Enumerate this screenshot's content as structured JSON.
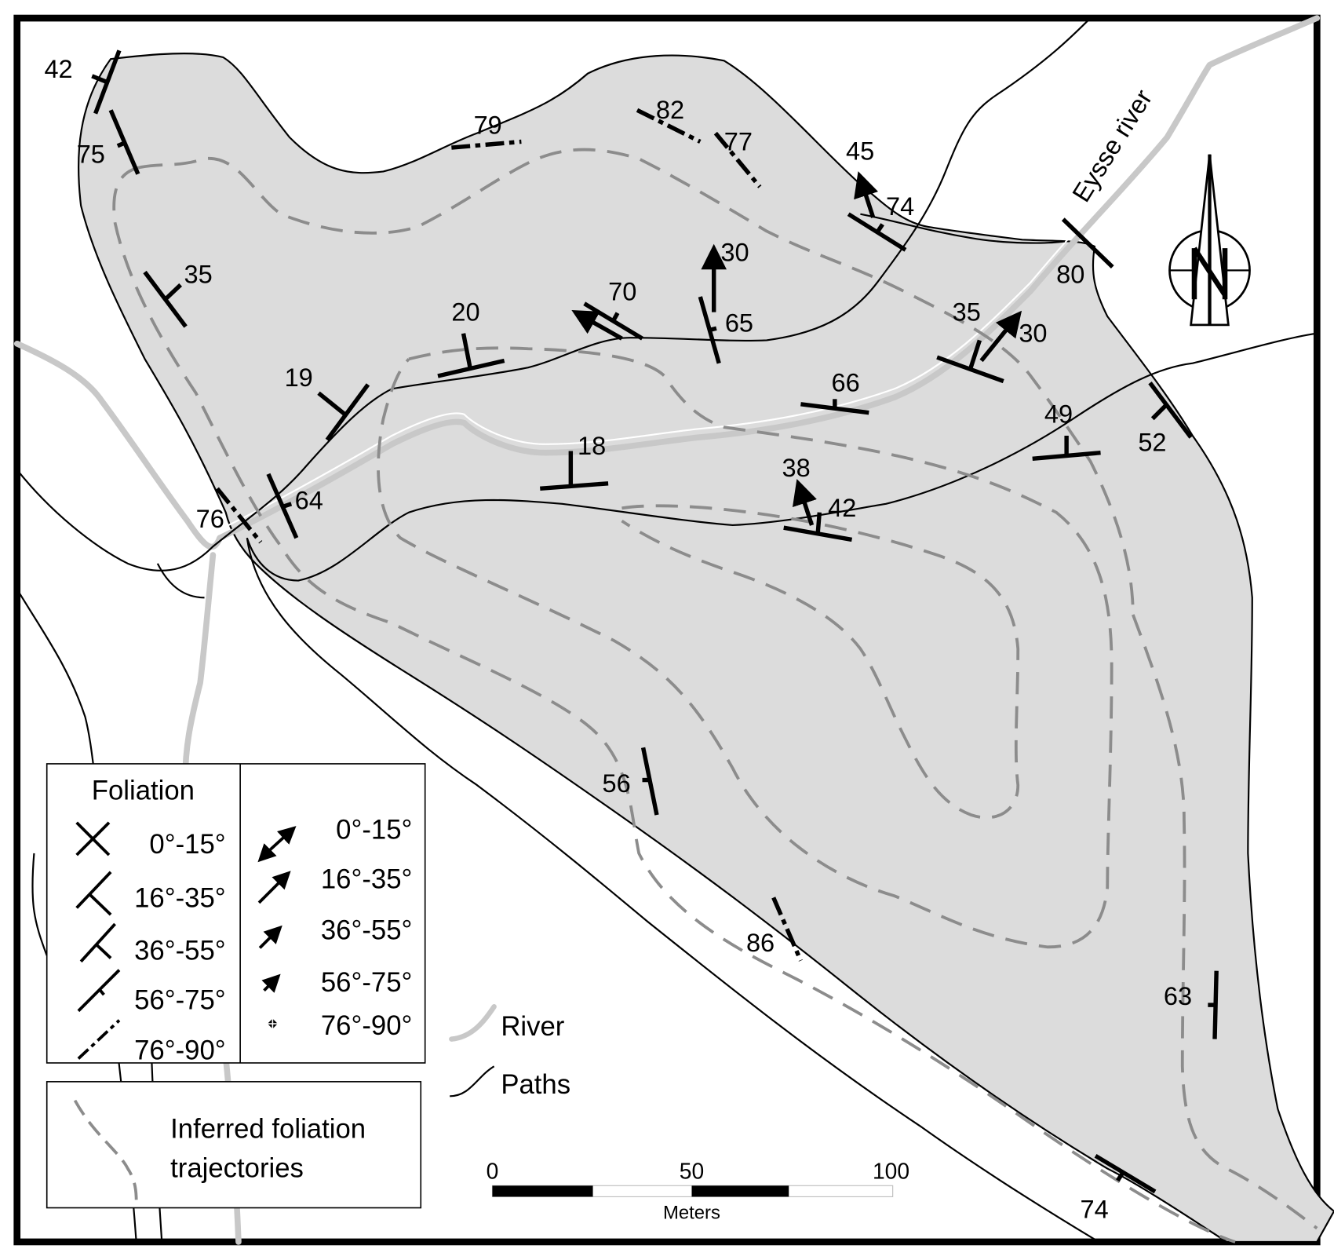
{
  "map": {
    "river_name": "Eysse river",
    "north_label": "N",
    "colors": {
      "outcrop": "#dcdcdc",
      "river": "#c8c8c8",
      "trajectory": "#8c8c8c",
      "path": "#000000"
    },
    "measurements": [
      {
        "value": "42",
        "type": "foliation"
      },
      {
        "value": "75",
        "type": "foliation"
      },
      {
        "value": "79",
        "type": "foliation"
      },
      {
        "value": "82",
        "type": "foliation"
      },
      {
        "value": "77",
        "type": "foliation"
      },
      {
        "value": "45",
        "type": "lineation"
      },
      {
        "value": "74",
        "type": "foliation"
      },
      {
        "value": "35",
        "type": "foliation"
      },
      {
        "value": "30",
        "type": "lineation"
      },
      {
        "value": "70",
        "type": "foliation"
      },
      {
        "value": "65",
        "type": "foliation"
      },
      {
        "value": "20",
        "type": "foliation"
      },
      {
        "value": "19",
        "type": "foliation"
      },
      {
        "value": "35",
        "type": "foliation"
      },
      {
        "value": "30",
        "type": "lineation"
      },
      {
        "value": "80",
        "type": "foliation"
      },
      {
        "value": "66",
        "type": "foliation"
      },
      {
        "value": "49",
        "type": "foliation"
      },
      {
        "value": "52",
        "type": "foliation"
      },
      {
        "value": "18",
        "type": "foliation"
      },
      {
        "value": "38",
        "type": "lineation"
      },
      {
        "value": "42",
        "type": "foliation"
      },
      {
        "value": "76",
        "type": "foliation"
      },
      {
        "value": "64",
        "type": "foliation"
      },
      {
        "value": "56",
        "type": "foliation"
      },
      {
        "value": "86",
        "type": "foliation"
      },
      {
        "value": "63",
        "type": "foliation"
      },
      {
        "value": "74",
        "type": "foliation"
      }
    ]
  },
  "legend": {
    "title": "Foliation",
    "foliation_ranges": [
      "0°-15°",
      "16°-35°",
      "36°-55°",
      "56°-75°",
      "76°-90°"
    ],
    "lineation_ranges": [
      "0°-15°",
      "16°-35°",
      "36°-55°",
      "56°-75°",
      "76°-90°"
    ],
    "river_label": "River",
    "paths_label": "Paths",
    "trajectories_label_line1": "Inferred foliation",
    "trajectories_label_line2": "trajectories"
  },
  "scale_bar": {
    "ticks": [
      "0",
      "50",
      "100"
    ],
    "unit": "Meters"
  }
}
